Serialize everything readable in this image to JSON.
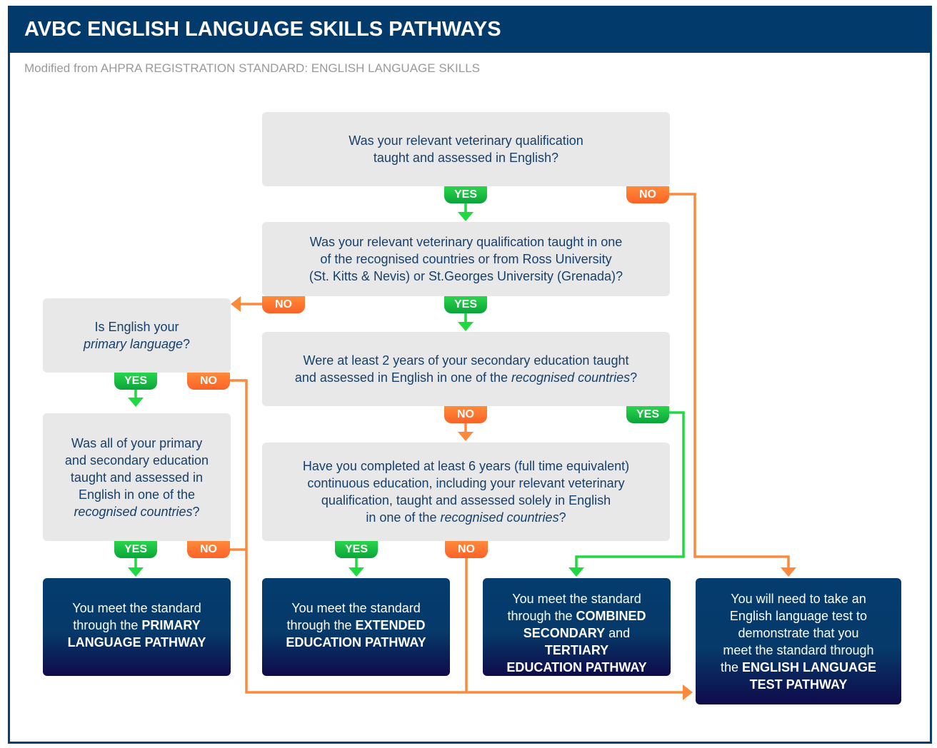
{
  "header": {
    "title": "AVBC ENGLISH LANGUAGE SKILLS PATHWAYS",
    "subtitle": "Modified from AHPRA REGISTRATION STANDARD: ENGLISH LANGUAGE SKILLS"
  },
  "colors": {
    "header_bg": "#033a6c",
    "question_bg": "#e8e8e8",
    "question_text": "#16406b",
    "result_bg_top": "#043c6f",
    "result_bg_bottom": "#0f0b4a",
    "yes_green": "#1ecf45",
    "no_orange": "#fc7a33",
    "subtitle_gray": "#9a9a9a"
  },
  "labels": {
    "yes": "YES",
    "no": "NO"
  },
  "questions": {
    "q1": {
      "line1": "Was your relevant veterinary qualification",
      "line2": "taught and assessed in English?"
    },
    "q2": {
      "line1": "Was your relevant veterinary qualification taught in one",
      "line2": "of the recognised countries or from Ross University",
      "line3": "(St. Kitts & Nevis) or St.Georges University (Grenada)?"
    },
    "q3": {
      "line1": "Is English your",
      "line2_italic": "primary language",
      "line2_end": "?"
    },
    "q4": {
      "line1": "Were at least 2 years of your secondary education taught",
      "line2_start": "and assessed in English in one of the ",
      "line2_italic": "recognised countries",
      "line2_end": "?"
    },
    "q5": {
      "line1": "Was all of your primary",
      "line2": "and secondary education",
      "line3": "taught and assessed in",
      "line4": "English in one of the",
      "line5_italic": "recognised countries",
      "line5_end": "?"
    },
    "q6": {
      "line1": "Have you completed at least 6 years (full time equivalent)",
      "line2": "continuous education, including your relevant veterinary",
      "line3": "qualification, taught and assessed solely in English",
      "line4_start": "in one of the ",
      "line4_italic": "recognised countries",
      "line4_end": "?"
    }
  },
  "results": {
    "primary": {
      "line1": "You meet the standard",
      "line2_start": "through the ",
      "line2_bold": "PRIMARY",
      "line3_bold": "LANGUAGE PATHWAY"
    },
    "extended": {
      "line1": "You meet the standard",
      "line2_start": "through the ",
      "line2_bold": "EXTENDED",
      "line3_bold": "EDUCATION PATHWAY"
    },
    "combined": {
      "line1": "You meet the standard",
      "line2_start": "through the ",
      "line2_bold": "COMBINED",
      "line3_bold_a": "SECONDARY",
      "line3_mid": " and ",
      "line3_bold_b": "TERTIARY",
      "line4_bold": "EDUCATION PATHWAY"
    },
    "test": {
      "line1": "You will need to take an",
      "line2": "English language test to",
      "line3": "demonstrate that you",
      "line4": "meet the standard through",
      "line5_start": "the ",
      "line5_bold": "ENGLISH LANGUAGE",
      "line6_bold": "TEST PATHWAY"
    }
  }
}
